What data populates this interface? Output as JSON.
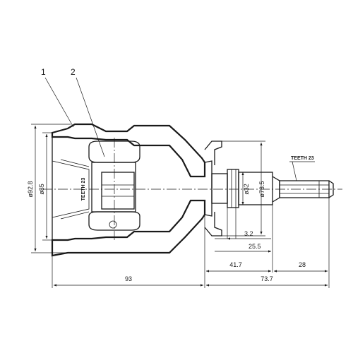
{
  "callouts": [
    {
      "number": "1"
    },
    {
      "number": "2"
    }
  ],
  "dimensions": {
    "d_outer": "ø92.8",
    "d_inner": "ø85",
    "d_shaft": "ø32",
    "d_flange": "ø73.5",
    "len_3_2": "3.2",
    "len_25_5": "25.5",
    "len_41_7": "41.7",
    "len_28": "28",
    "len_93": "93",
    "len_73_7": "73.7"
  },
  "notes": {
    "teeth_outer": "TEETH 23",
    "teeth_inner": "TEETH 23"
  }
}
